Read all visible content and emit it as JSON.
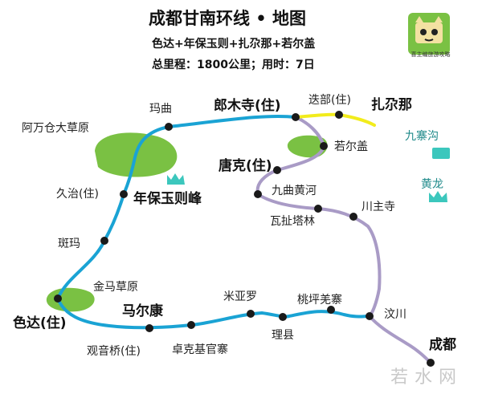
{
  "title": "成都甘南环线 • 地图",
  "route_line": "色达+年保玉则+扎尕那+若尔盖",
  "summary": "总里程：1800公里；用时：7日",
  "logo_text": "喜主编旅游攻略",
  "watermark": "若水网",
  "places": {
    "madang": "玛曲",
    "langmusi": "郎木寺(住)",
    "diebu": "迭部(住)",
    "zhagana": "扎尕那",
    "awancang": "阿万仓大草原",
    "ruoergai": "若尔盖",
    "jiuzhaigou": "九寨沟",
    "tangke": "唐克(住)",
    "jiuzhi": "久治(住)",
    "nianbao": "年保玉则峰",
    "huanglong": "黄龙",
    "jiuqu": "九曲黄河",
    "chuanzhu": "川主寺",
    "wache": "瓦扯塔林",
    "banma": "斑玛",
    "jinma": "金马草原",
    "seda": "色达(住)",
    "maerkang": "马尔康",
    "miyaluo": "米亚罗",
    "taoping": "桃坪羌寨",
    "wenchuan": "汶川",
    "lixian": "理县",
    "guanyinqiao": "观音桥(住)",
    "zhuoke": "卓克基官寨",
    "chengdu": "成都"
  },
  "colors": {
    "route_blue": "#1aa3d4",
    "route_purple": "#a99bc6",
    "route_yellow": "#f2ec1c",
    "grassland": "#7ac143",
    "scenic_teal": "#3cc7bd"
  }
}
